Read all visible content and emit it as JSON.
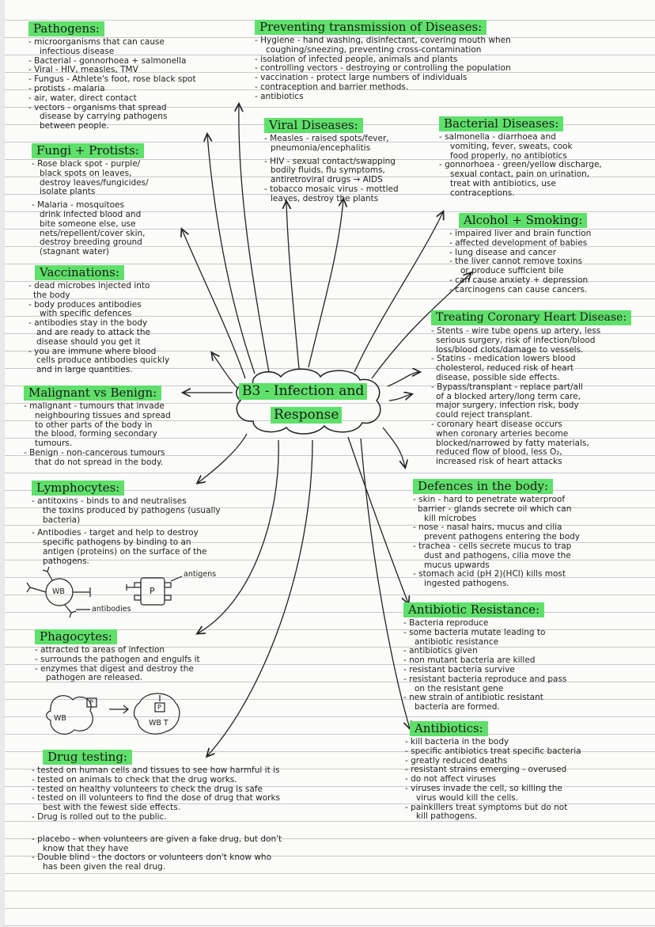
{
  "title": {
    "line1": "B3 - Infection and",
    "line2": "Response"
  },
  "pathogens": {
    "heading": "Pathogens:",
    "lines": [
      "- microorganisms that can cause",
      "infectious disease",
      "- Bacterial - gonnorhoea + salmonella",
      "- Viral - HIV, measles, TMV",
      "- Fungus - Athlete's foot, rose black spot",
      "- protists - malaria",
      "- air, water, direct contact",
      "- vectors - organisms that spread",
      "disease by carrying pathogens",
      "between people."
    ]
  },
  "preventing": {
    "heading": "Preventing transmission of Diseases:",
    "lines": [
      "- Hygiene - hand washing, disinfectant, covering mouth when",
      "coughing/sneezing, preventing cross-contamination",
      "- isolation of infected people, animals and plants",
      "- controlling vectors - destroying or controlling the population",
      "- vaccination - protect large numbers of individuals",
      "- contraception and barrier methods.",
      "- antibiotics"
    ]
  },
  "viral": {
    "heading": "Viral Diseases:",
    "lines": [
      "- Measles - raised spots/fever,",
      "pneumonia/encephalitis",
      "- HIV - sexual contact/swapping",
      "bodily fluids, flu symptoms,",
      "antiretroviral drugs → AIDS",
      "- tobacco mosaic virus - mottled",
      "leaves, destroy the plants"
    ]
  },
  "bacterial": {
    "heading": "Bacterial Diseases:",
    "lines": [
      "- salmonella - diarrhoea and",
      "vomiting, fever, sweats, cook",
      "food properly, no antibiotics",
      "- gonnorhoea - green/yellow discharge,",
      "sexual contact, pain on urination,",
      "treat with antibiotics, use",
      "contraceptions."
    ]
  },
  "fungi": {
    "heading": "Fungi + Protists:",
    "lines": [
      "- Rose black spot - purple/",
      "black spots on leaves,",
      "destroy leaves/fungicides/",
      "isolate plants",
      "- Malaria - mosquitoes",
      "drink infected blood and",
      "bite someone else, use",
      "nets/repellent/cover skin,",
      "destroy breeding ground",
      "(stagnant water)"
    ]
  },
  "alcohol": {
    "heading": "Alcohol + Smoking:",
    "lines": [
      "- impaired liver and brain function",
      "- affected development of babies",
      "- lung disease and cancer",
      "- the liver cannot remove toxins",
      "or produce sufficient bile",
      "- can cause anxiety + depression",
      "- carcinogens can cause cancers."
    ]
  },
  "vaccinations": {
    "heading": "Vaccinations:",
    "lines": [
      "- dead microbes injected into",
      "the body",
      "- body produces antibodies",
      "with specific defences",
      "- antibodies stay in the body",
      "and are ready to attack the",
      "disease should you get it",
      "- you are immune where blood",
      "cells produce antibodies quickly",
      "and in large quantities."
    ]
  },
  "treating": {
    "heading": "Treating Coronary Heart Disease:",
    "lines": [
      "- Stents - wire tube opens up artery, less",
      "serious surgery, risk of infection/blood",
      "loss/blood clots/damage to vessels.",
      "- Statins - medication lowers blood",
      "cholesterol, reduced risk of heart",
      "disease, possible side effects.",
      "- Bypass/transplant - replace part/all",
      "of a blocked artery/long term care,",
      "major surgery, infection risk, body",
      "could reject transplant.",
      "- coronary heart disease occurs",
      "when coronary arteries become",
      "blocked/narrowed by fatty materials,",
      "reduced flow of blood, less O₂,",
      "increased risk of heart attacks"
    ]
  },
  "malignant": {
    "heading": "Malignant vs Benign:",
    "lines": [
      "- malignant - tumours that invade",
      "neighbouring tissues and spread",
      "to other parts of the body in",
      "the blood, forming secondary",
      "tumours.",
      "- Benign - non-cancerous tumours",
      "that do not spread in the body."
    ]
  },
  "lymphocytes": {
    "heading": "Lymphocytes:",
    "lines": [
      "- antitoxins - binds to and neutralises",
      "the toxins produced by pathogens (usually",
      "bacteria)",
      "- Antibodies - target and help to destroy",
      "specific pathogens by binding to an",
      "antigen (proteins) on the surface of the",
      "pathogens."
    ],
    "labels": {
      "wb": "WB",
      "p": "P",
      "antigens": "antigens",
      "antibodies": "antibodies"
    }
  },
  "defences": {
    "heading": "Defences in the body:",
    "lines": [
      "- skin - hard to penetrate waterproof",
      "barrier - glands secrete oil which can",
      "kill microbes",
      "- nose - nasal hairs, mucus and cilia",
      "prevent pathogens entering the body",
      "- trachea - cells secrete mucus to trap",
      "dust and pathogens, cilia move the",
      "mucus upwards",
      "- stomach acid (pH 2)(HCl) kills most",
      "ingested pathogens."
    ]
  },
  "resistance": {
    "heading": "Antibiotic Resistance:",
    "lines": [
      "- Bacteria reproduce",
      "- some bacteria mutate leading to",
      "antibiotic resistance",
      "- antibiotics given",
      "- non mutant bacteria are killed",
      "- resistant bacteria survive",
      "- resistant bacteria reproduce and pass",
      "on the resistant gene",
      "- new strain of antibiotic resistant",
      "bacteria are formed."
    ]
  },
  "phagocytes": {
    "heading": "Phagocytes:",
    "lines": [
      "- attracted to areas of infection",
      "- surrounds the pathogen and engulfs it",
      "- enzymes that digest and destroy the",
      "pathogen are released."
    ],
    "labels": {
      "wb": "WB",
      "p": "P",
      "wbt": "WB T"
    }
  },
  "antibiotics": {
    "heading": "Antibiotics:",
    "lines": [
      "- kill bacteria in the body",
      "- specific antibiotics treat specific bacteria",
      "- greatly reduced deaths",
      "- resistant strains emerging - overused",
      "- do not affect viruses",
      "- viruses invade the cell, so killing the",
      "virus would kill the cells.",
      "- painkillers treat symptoms but do not",
      "kill pathogens."
    ]
  },
  "drug_testing": {
    "heading": "Drug testing:",
    "lines": [
      "- tested on human cells and tissues to see how harmful it is",
      "- tested on animals to check that the drug works.",
      "- tested on healthy volunteers to check the drug is safe",
      "- tested on ill volunteers to find the dose of drug that works",
      "best with the fewest side effects.",
      "- Drug is rolled out to the public.",
      "- placebo - when volunteers are given a fake drug, but don't",
      "know that they have",
      "- Double blind - the doctors or volunteers don't know who",
      "has been given the real drug."
    ]
  }
}
